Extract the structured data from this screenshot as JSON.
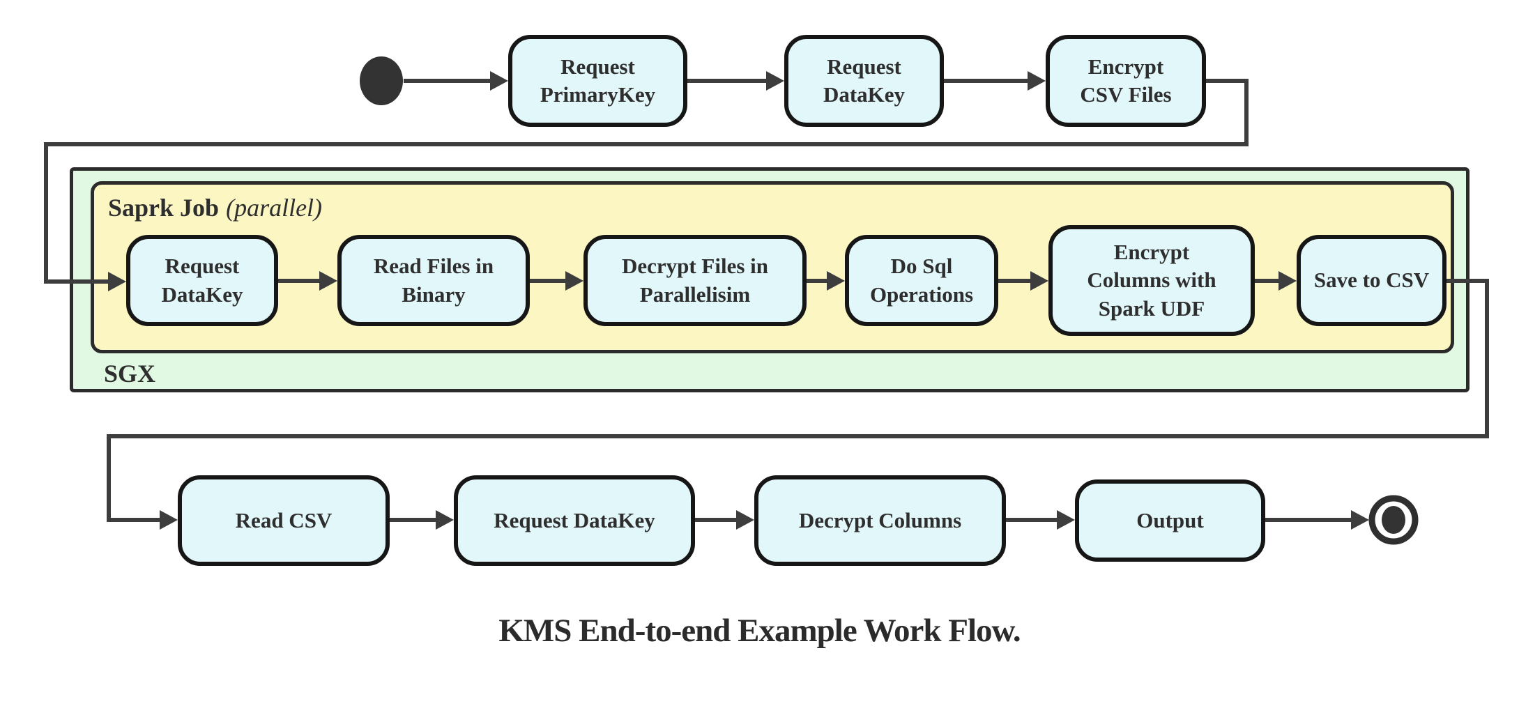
{
  "title": "KMS End-to-end Example Work Flow.",
  "containers": {
    "sgx": {
      "label": "SGX"
    },
    "spark_job": {
      "label": "Saprk Job",
      "qualifier": "(parallel)"
    }
  },
  "nodes": {
    "top": [
      {
        "label": "Request\nPrimaryKey"
      },
      {
        "label": "Request\nDataKey"
      },
      {
        "label": "Encrypt\nCSV Files"
      }
    ],
    "spark": [
      {
        "label": "Request\nDataKey"
      },
      {
        "label": "Read Files in\nBinary"
      },
      {
        "label": "Decrypt Files in\nParallelisim"
      },
      {
        "label": "Do Sql\nOperations"
      },
      {
        "label": "Encrypt\nColumns with\nSpark UDF"
      },
      {
        "label": "Save to CSV"
      }
    ],
    "bottom": [
      {
        "label": "Read CSV"
      },
      {
        "label": "Request DataKey"
      },
      {
        "label": "Decrypt Columns"
      },
      {
        "label": "Output"
      }
    ]
  },
  "colors": {
    "background": "#ffffff",
    "node_fill": "#e2f7fa",
    "node_border": "#161616",
    "sgx_fill": "#e1f8e3",
    "spark_job_fill": "#fcf6c3",
    "container_border": "#2b2b2b",
    "edge": "#3d3d3d",
    "text": "#2e2e2e"
  }
}
